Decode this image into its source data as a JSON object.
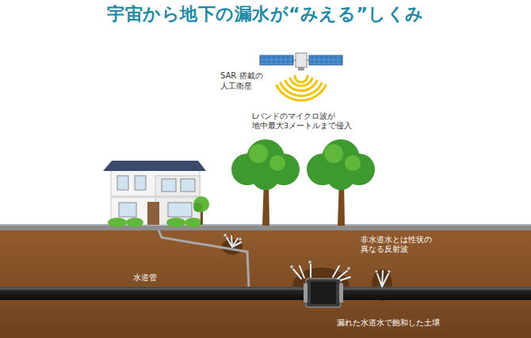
{
  "diagram": {
    "title": "宇宙から地下の漏水が“みえる”しくみ",
    "labels": [
      "SAR 搭載の 人工衛星",
      "Lバンドのマイクロ波が 地中最大3メートルまで侵入",
      "水道管",
      "非水道水とは性状の 異なる反射波",
      "漏れた水道水で飽和した土壌"
    ]
  }
}
